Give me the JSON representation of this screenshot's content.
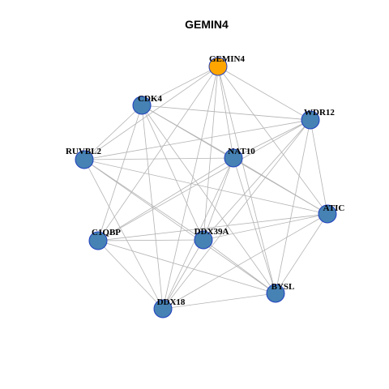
{
  "title": "GEMIN4",
  "colors": {
    "hub": "#FFA500",
    "node": "#4682B4",
    "node_border": "#1F3FBF",
    "edge": "#B3B3B3"
  },
  "nodes": [
    {
      "id": "GEMIN4",
      "label": "GEMIN4",
      "hub": true
    },
    {
      "id": "CDK4",
      "label": "CDK4"
    },
    {
      "id": "WDR12",
      "label": "WDR12"
    },
    {
      "id": "RUVBL2",
      "label": "RUVBL2"
    },
    {
      "id": "NAT10",
      "label": "NAT10"
    },
    {
      "id": "ATIC",
      "label": "ATIC"
    },
    {
      "id": "C1QBP",
      "label": "C1QBP"
    },
    {
      "id": "DDX39A",
      "label": "DDX39A"
    },
    {
      "id": "BYSL",
      "label": "BYSL"
    },
    {
      "id": "DDX18",
      "label": "DDX18"
    }
  ],
  "edges": [
    [
      "GEMIN4",
      "CDK4"
    ],
    [
      "GEMIN4",
      "WDR12"
    ],
    [
      "GEMIN4",
      "RUVBL2"
    ],
    [
      "GEMIN4",
      "NAT10"
    ],
    [
      "GEMIN4",
      "ATIC"
    ],
    [
      "GEMIN4",
      "C1QBP"
    ],
    [
      "GEMIN4",
      "DDX39A"
    ],
    [
      "GEMIN4",
      "BYSL"
    ],
    [
      "GEMIN4",
      "DDX18"
    ],
    [
      "CDK4",
      "WDR12"
    ],
    [
      "CDK4",
      "RUVBL2"
    ],
    [
      "CDK4",
      "NAT10"
    ],
    [
      "CDK4",
      "ATIC"
    ],
    [
      "CDK4",
      "C1QBP"
    ],
    [
      "CDK4",
      "DDX39A"
    ],
    [
      "CDK4",
      "BYSL"
    ],
    [
      "CDK4",
      "DDX18"
    ],
    [
      "WDR12",
      "RUVBL2"
    ],
    [
      "WDR12",
      "NAT10"
    ],
    [
      "WDR12",
      "ATIC"
    ],
    [
      "WDR12",
      "C1QBP"
    ],
    [
      "WDR12",
      "DDX39A"
    ],
    [
      "WDR12",
      "BYSL"
    ],
    [
      "WDR12",
      "DDX18"
    ],
    [
      "RUVBL2",
      "NAT10"
    ],
    [
      "RUVBL2",
      "ATIC"
    ],
    [
      "RUVBL2",
      "DDX39A"
    ],
    [
      "RUVBL2",
      "BYSL"
    ],
    [
      "RUVBL2",
      "DDX18"
    ],
    [
      "NAT10",
      "ATIC"
    ],
    [
      "NAT10",
      "C1QBP"
    ],
    [
      "NAT10",
      "DDX39A"
    ],
    [
      "NAT10",
      "BYSL"
    ],
    [
      "NAT10",
      "DDX18"
    ],
    [
      "ATIC",
      "C1QBP"
    ],
    [
      "ATIC",
      "DDX39A"
    ],
    [
      "ATIC",
      "BYSL"
    ],
    [
      "ATIC",
      "DDX18"
    ],
    [
      "C1QBP",
      "DDX39A"
    ],
    [
      "C1QBP",
      "BYSL"
    ],
    [
      "C1QBP",
      "DDX18"
    ],
    [
      "DDX39A",
      "BYSL"
    ],
    [
      "DDX39A",
      "DDX18"
    ],
    [
      "BYSL",
      "DDX18"
    ]
  ]
}
